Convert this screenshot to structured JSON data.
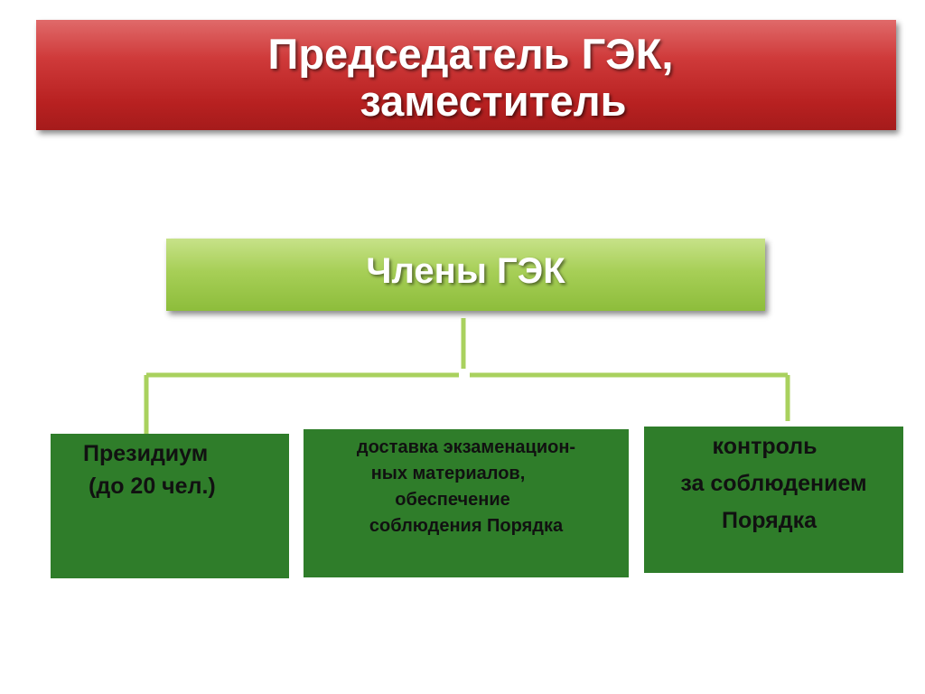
{
  "top": {
    "line1": "Председатель ГЭК,",
    "line2": "заместитель"
  },
  "middle": {
    "label": "Члены  ГЭК"
  },
  "children": [
    {
      "lines": [
        "Президиум",
        "(до 20 чел.)"
      ]
    },
    {
      "lines": [
        "доставка  экзаменацион-",
        "ных  материалов,",
        "обеспечение",
        "соблюдения Порядка"
      ]
    },
    {
      "lines": [
        "контроль",
        "за  соблюдением",
        "Порядка"
      ]
    }
  ],
  "colors": {
    "top_box": "#c43030",
    "middle_box": "#a7cf57",
    "child_box": "#2f7d2a",
    "connector": "#a9d15e"
  }
}
